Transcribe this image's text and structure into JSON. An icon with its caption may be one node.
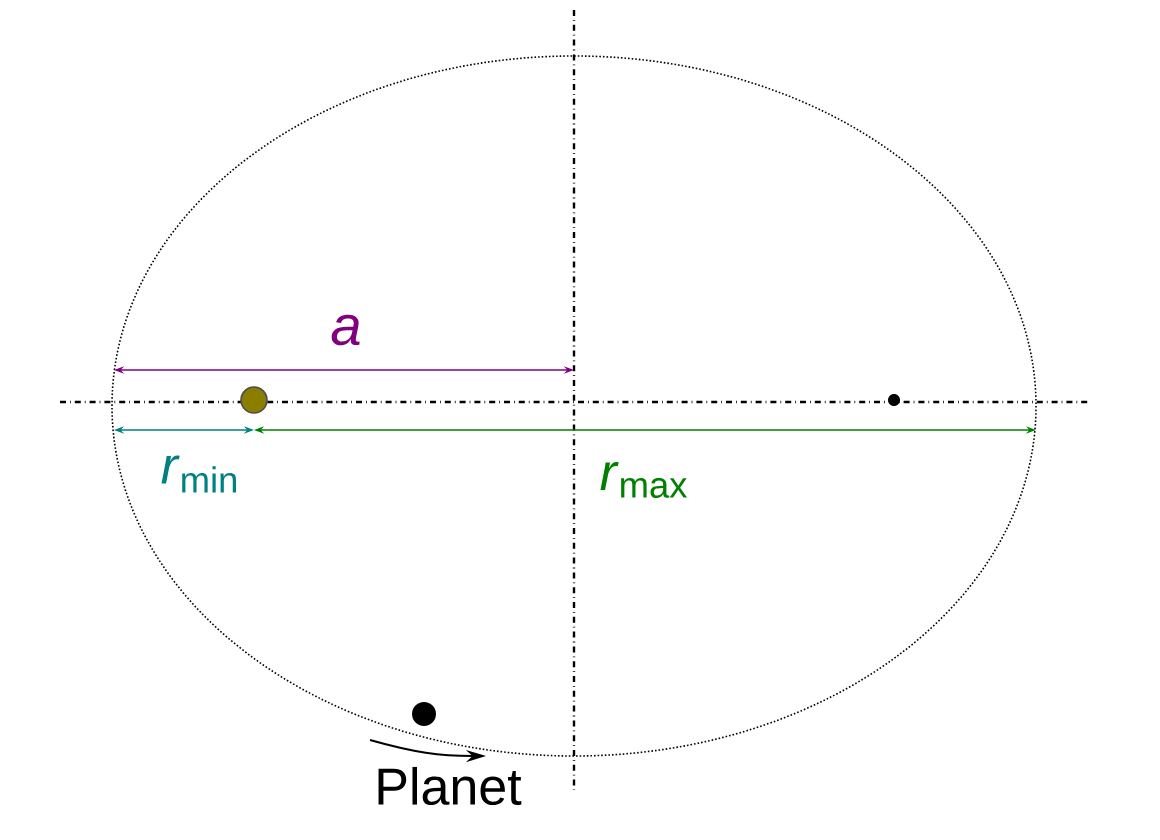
{
  "diagram": {
    "labels": [
      "a",
      "*r*$_{min}$",
      "*r*$_{max}$",
      "Planet"
    ]
  }
}
